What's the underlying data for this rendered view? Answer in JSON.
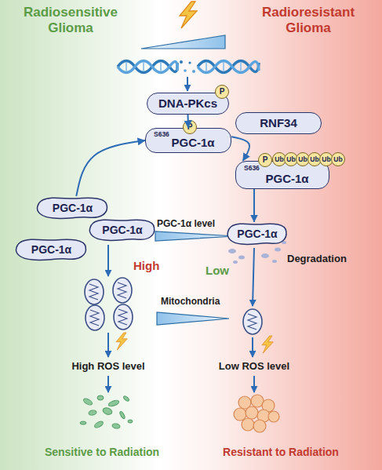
{
  "diagram": {
    "nodes": [
      {
        "text": [
          "DNA-PKcs"
        ]
      },
      {
        "text": [
          "P"
        ],
        "in": 0
      },
      {
        "text": [
          "PGC-1α",
          "S636"
        ]
      },
      {
        "text": [
          "P"
        ],
        "in": 2
      },
      {
        "text": [
          "RNF34"
        ]
      },
      {
        "text": [
          "PGC-1α",
          "S636"
        ]
      },
      {
        "text": [
          "P"
        ],
        "in": 5
      },
      {
        "text": [
          "Ub"
        ],
        "in": 5
      },
      {
        "text": [
          "Ub"
        ],
        "in": 5
      },
      {
        "text": [
          "Ub"
        ],
        "in": 5
      },
      {
        "text": [
          "Ub"
        ],
        "in": 5
      },
      {
        "text": [
          "Ub"
        ],
        "in": 5
      },
      {
        "text": [
          "Ub"
        ],
        "in": 5
      },
      {
        "text": [
          "PGC-1α"
        ]
      },
      {
        "text": [
          "PGC-1α"
        ]
      },
      {
        "text": [
          "PGC-1α"
        ]
      },
      {
        "text": [
          "PGC-1α"
        ]
      }
    ],
    "edges": [
      {
        "from": 0,
        "to": 2,
        "arrow": "to"
      },
      {
        "from": 13,
        "to": 2,
        "arrow": "to"
      },
      {
        "from": 2,
        "to": 5,
        "arrow": "to"
      },
      {
        "from": 5,
        "to": 16,
        "arrow": "to"
      }
    ],
    "labels": [
      "Radiosensitive Glioma",
      "Radioresistant Glioma",
      "PGC-1α level",
      "High",
      "Low",
      "Degradation",
      "Mitochondria",
      "High ROS level",
      "Low ROS level",
      "Sensitive to Radiation",
      "Resistant to Radiation"
    ]
  }
}
